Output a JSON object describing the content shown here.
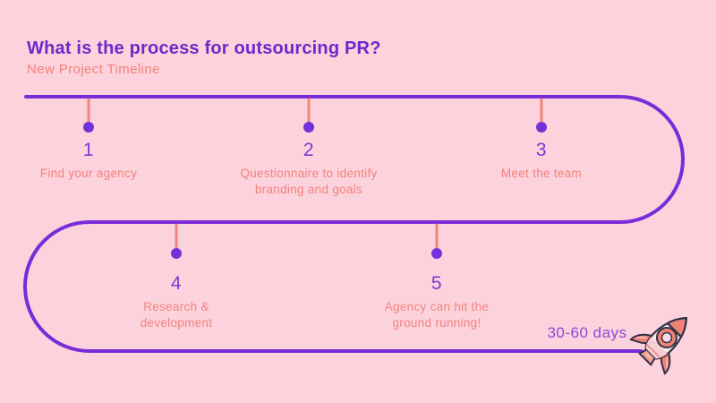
{
  "slide": {
    "title": "What is the process for outsourcing PR?",
    "subtitle": "New Project Timeline",
    "duration_label": "30-60 days"
  },
  "steps": [
    {
      "number": "1",
      "label": "Find your agency"
    },
    {
      "number": "2",
      "label": "Questionnaire to identify branding and goals"
    },
    {
      "number": "3",
      "label": "Meet the team"
    },
    {
      "number": "4",
      "label": "Research & development"
    },
    {
      "number": "5",
      "label": "Agency can hit the ground running!"
    }
  ],
  "icons": {
    "rocket": "rocket-icon"
  },
  "colors": {
    "background": "#FCD2DD",
    "timeline_purple": "#7A2BD9",
    "title_purple": "#6F28C9",
    "number_purple": "#8535D2",
    "accent_salmon": "#F2837C",
    "rocket_body": "#FAE6E3",
    "rocket_salmon": "#F08273"
  }
}
